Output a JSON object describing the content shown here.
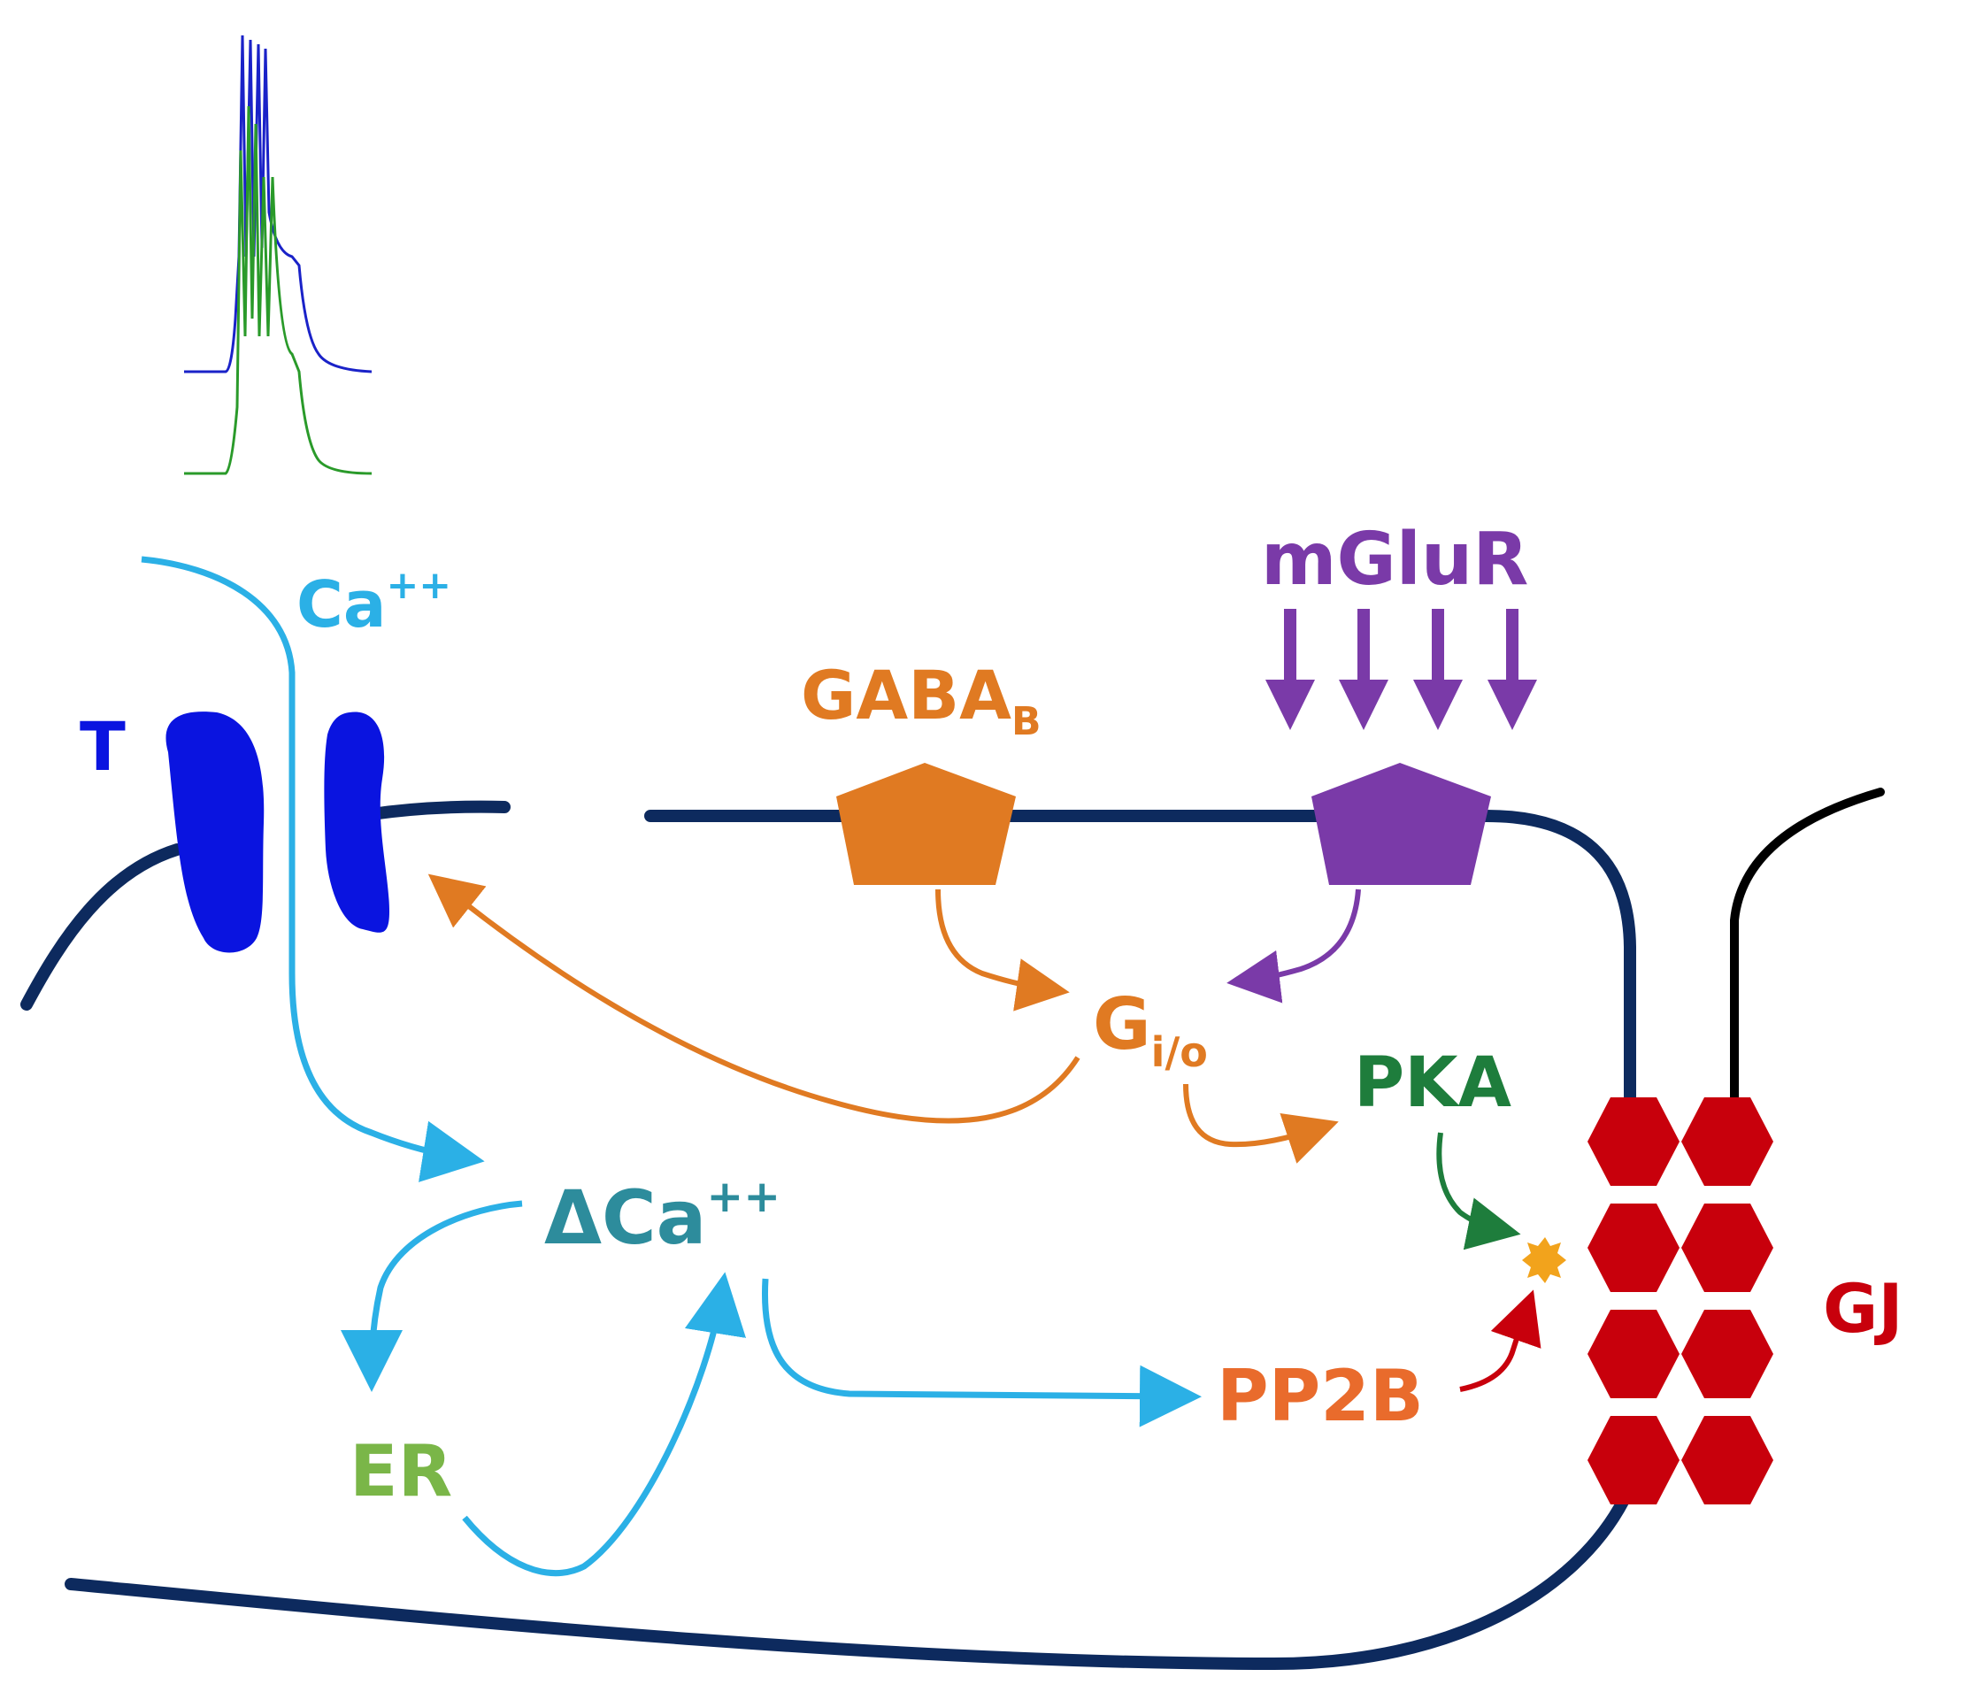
{
  "labels": {
    "t_channel": "T",
    "ca_influx": "Ca",
    "ca_influx_sup": "++",
    "gabab_main": "GABA",
    "gabab_sub": "B",
    "mglur": "mGluR",
    "gio_main": "G",
    "gio_sub": "i/o",
    "pka": "PKA",
    "delta_ca": "ΔCa",
    "delta_ca_sup": "++",
    "er": "ER",
    "pp2b": "PP2B",
    "gj": "GJ"
  },
  "colors": {
    "membrane": "#0d2a5e",
    "t_channel": "#0a14e0",
    "calcium": "#2bb0e6",
    "delta_ca": "#2d8c9c",
    "gabab": "#e07a22",
    "mglur": "#7a3aa8",
    "gio": "#e07a22",
    "pka": "#1e7d3c",
    "er": "#7ab648",
    "pp2b": "#e96b2c",
    "gj": "#c8000c",
    "phospho_site": "#f2a31c",
    "trace_blue": "#1a22c8",
    "trace_green": "#2a9a2a"
  }
}
